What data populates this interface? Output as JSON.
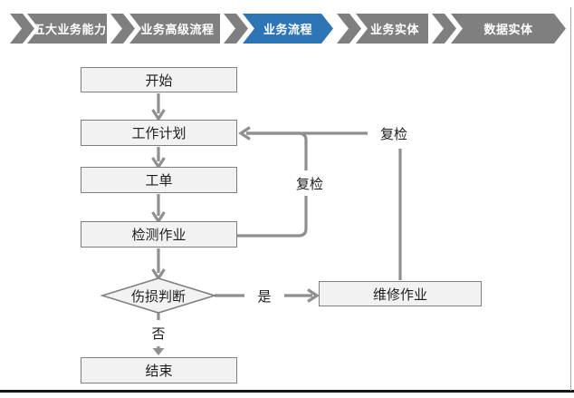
{
  "nav": {
    "items": [
      {
        "label": "五大业务能力",
        "active": false
      },
      {
        "label": "业务高级流程",
        "active": false
      },
      {
        "label": "业务流程",
        "active": true
      },
      {
        "label": "业务实体",
        "active": false
      },
      {
        "label": "数据实体",
        "active": false
      }
    ]
  },
  "flowchart": {
    "nodes": {
      "start": "开始",
      "work_plan": "工作计划",
      "work_order": "工单",
      "inspection": "检测作业",
      "damage_decision": "伤损判断",
      "repair": "维修作业",
      "end": "结束"
    },
    "edge_labels": {
      "recheck_inner": "复检",
      "recheck_outer": "复检",
      "yes": "是",
      "no": "否"
    }
  },
  "colors": {
    "active_step_blue": "#2E75B6",
    "step_gray": "#7F7F7F",
    "connector_gray": "#8F8F8F",
    "node_fill": "#F2F2F2",
    "node_border": "#7F7F7F",
    "frame_line_black": "#141414"
  }
}
